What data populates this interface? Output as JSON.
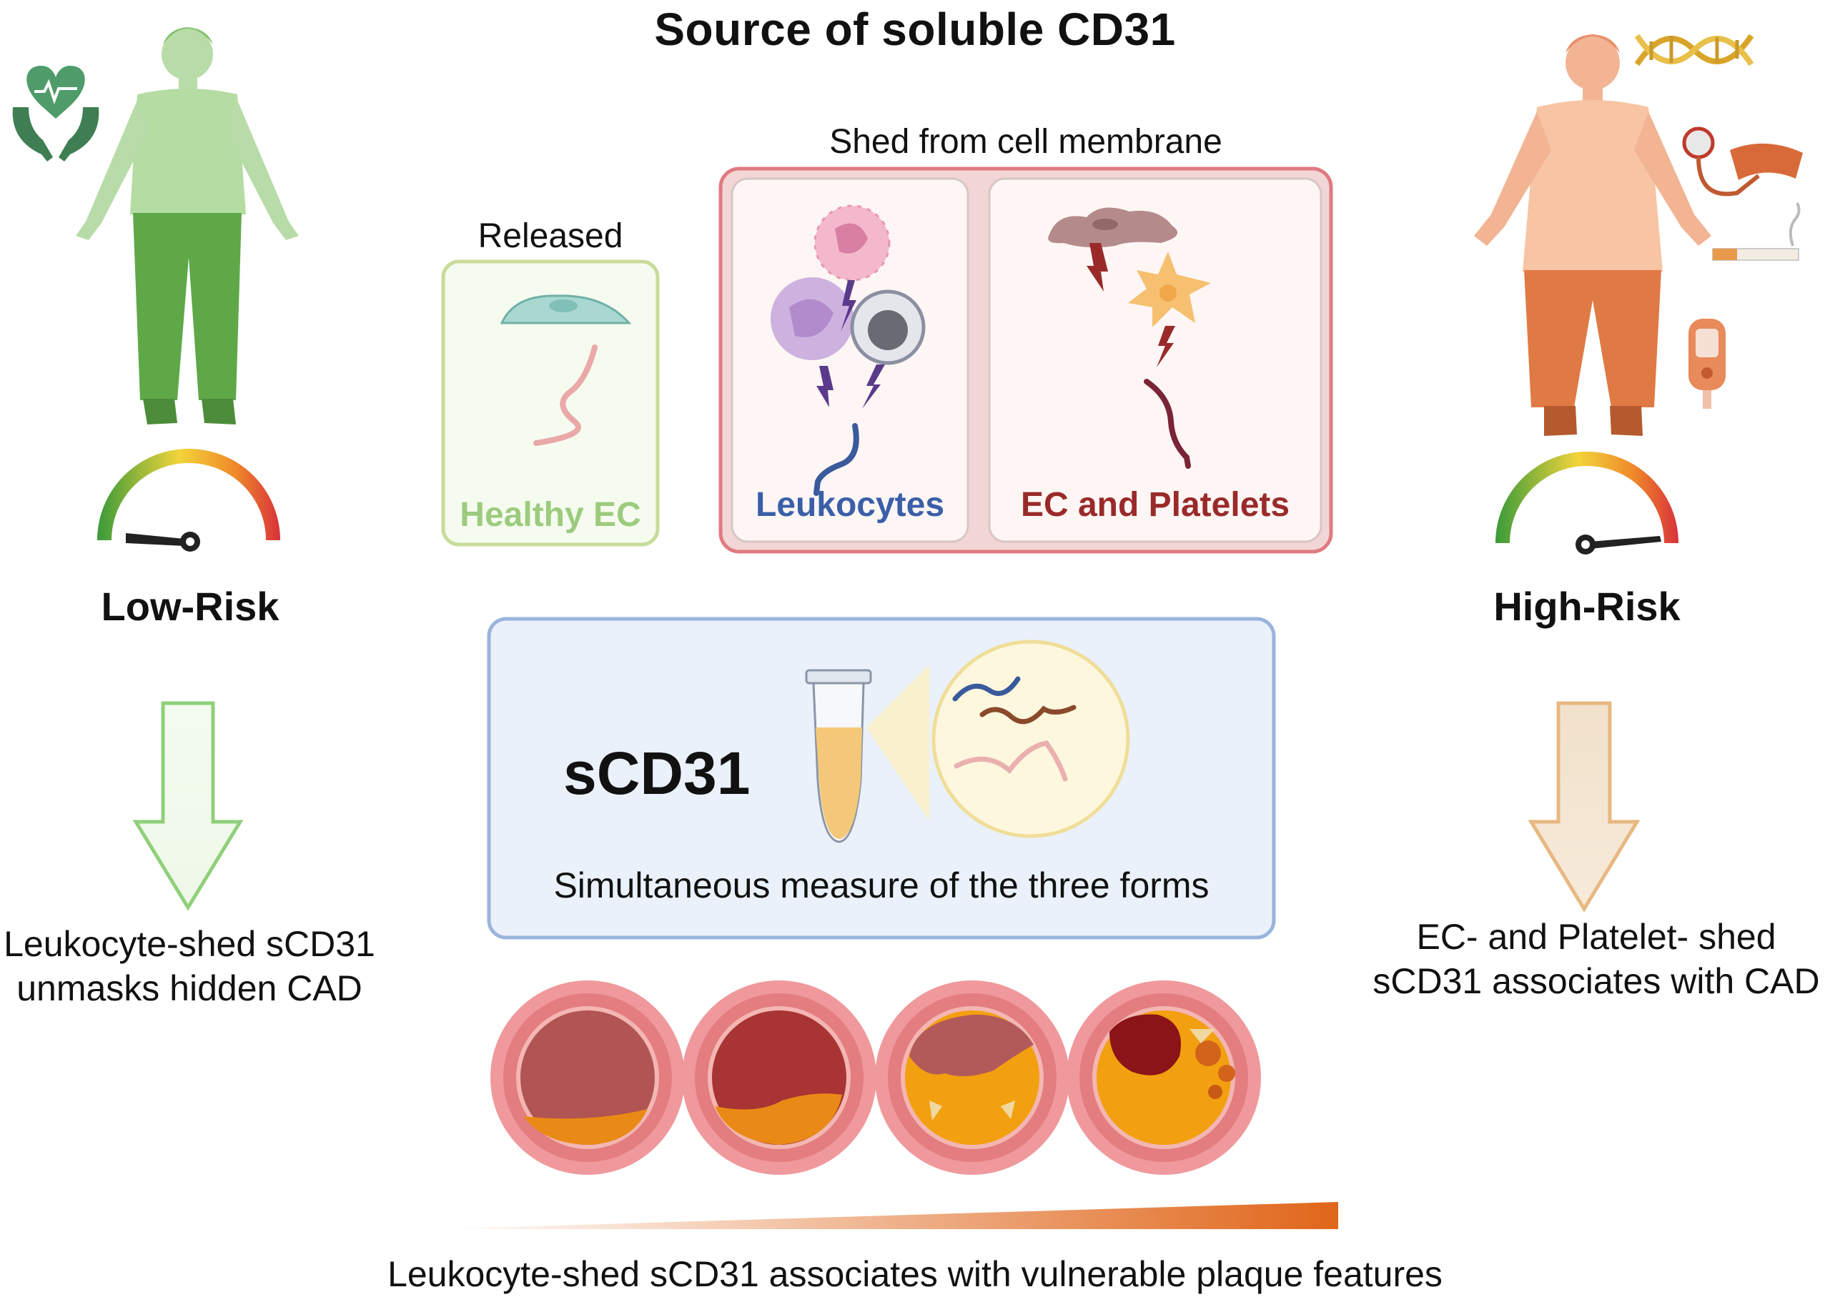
{
  "title": "Source of soluble CD31",
  "shed_header": "Shed from cell membrane",
  "released_header": "Released",
  "source_labels": {
    "healthy_ec": "Healthy EC",
    "leukocytes": "Leukocytes",
    "ec_platelets": "EC and Platelets"
  },
  "measure_box": {
    "label": "sCD31",
    "caption": "Simultaneous measure of the three forms"
  },
  "low_risk": {
    "label": "Low-Risk",
    "finding": [
      "Leukocyte-shed sCD31",
      "unmasks hidden CAD"
    ]
  },
  "high_risk": {
    "label": "High-Risk",
    "finding": [
      "EC- and Platelet- shed",
      "sCD31 associates with CAD"
    ]
  },
  "bottom_caption": "Leukocyte-shed sCD31 associates with vulnerable plaque features",
  "colors": {
    "low_risk_green": "#5fa84a",
    "high_risk_orange": "#e07a45",
    "healthy_ec": "#9ccb7e",
    "leukocyte_blue": "#3a5fa8",
    "ec_platelet_red": "#9a2a2a",
    "shed_box_border": "#e07a82",
    "measure_box_border": "#9ab4dc"
  },
  "icons": [
    "heart-care-icon",
    "dna-icon",
    "blood-pressure-cuff-icon",
    "cigarette-icon",
    "glucose-meter-icon",
    "microtube-icon",
    "risk-gauge-icon"
  ]
}
